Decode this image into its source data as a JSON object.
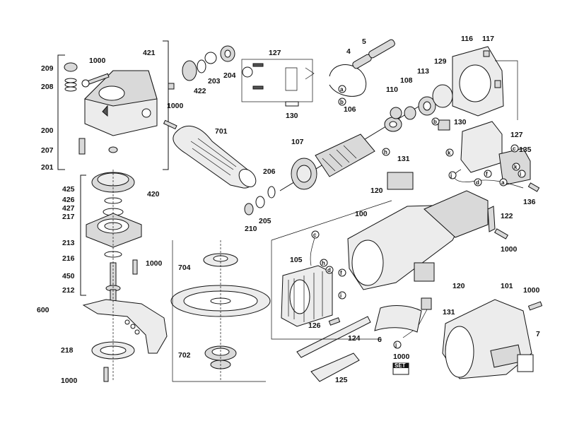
{
  "labels": {
    "p209": "209",
    "p208": "208",
    "p200": "200",
    "p207": "207",
    "p201": "201",
    "p1000": "1000",
    "p425": "425",
    "p426": "426",
    "p427": "427",
    "p217": "217",
    "p213": "213",
    "p216": "216",
    "p450": "450",
    "p212": "212",
    "p600": "600",
    "p218": "218",
    "p421": "421",
    "p422": "422",
    "p203": "203",
    "p204": "204",
    "p701": "701",
    "p420": "420",
    "p206": "206",
    "p205": "205",
    "p210": "210",
    "p704": "704",
    "p702": "702",
    "p127": "127",
    "p130": "130",
    "p4": "4",
    "p5": "5",
    "p106": "106",
    "p107": "107",
    "p110": "110",
    "p108": "108",
    "p113": "113",
    "p129": "129",
    "p116": "116",
    "p117": "117",
    "p135": "135",
    "p136": "136",
    "p131": "131",
    "p120": "120",
    "p100": "100",
    "p122": "122",
    "p105": "105",
    "p101": "101",
    "p7": "7",
    "p126": "126",
    "p124": "124",
    "p6": "6",
    "p125": "125",
    "set": "SET"
  },
  "markers": {
    "a": "a",
    "b": "b",
    "c": "c",
    "d": "d",
    "f": "f",
    "h": "h",
    "i": "i",
    "j": "j",
    "k": "k"
  }
}
